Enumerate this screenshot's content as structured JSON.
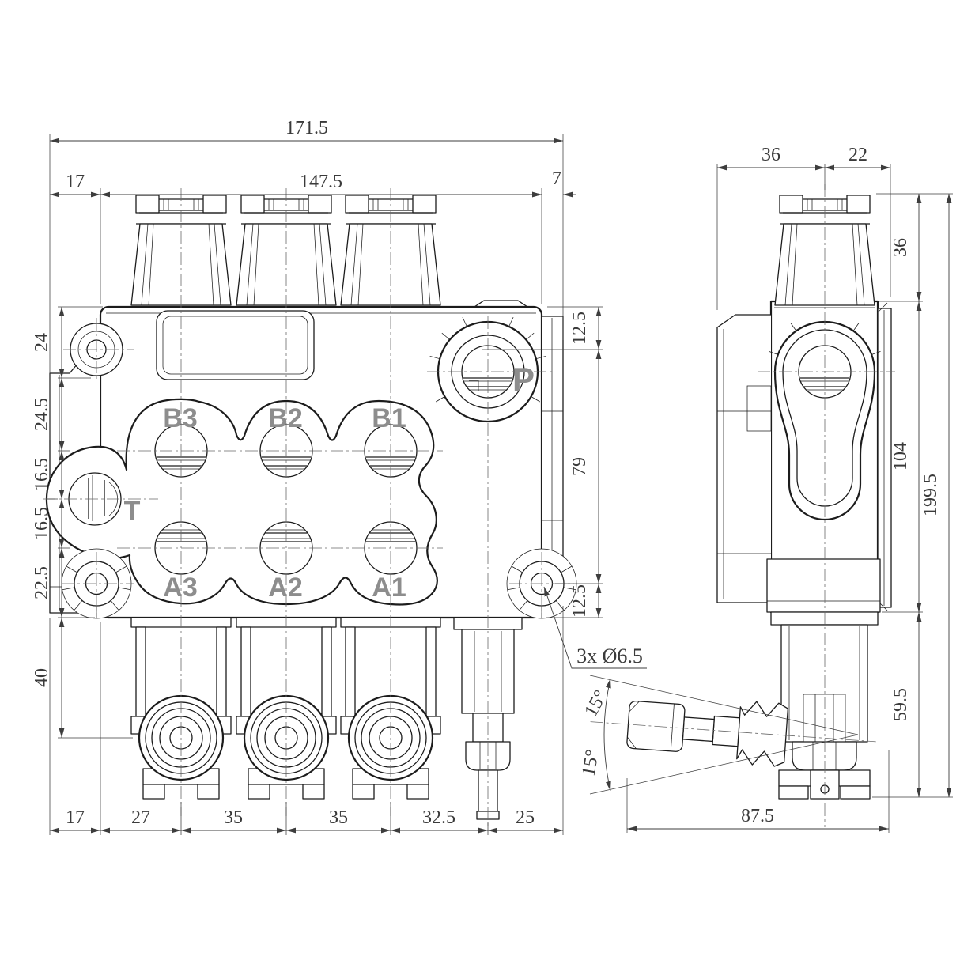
{
  "front_view": {
    "ports": {
      "b3": "B3",
      "b2": "B2",
      "b1": "B1",
      "a3": "A3",
      "a2": "A2",
      "a1": "A1",
      "t": "T",
      "p": "P"
    },
    "dim_overall_width": "171.5",
    "dim_body_width": "147.5",
    "dim_left_offset": "17",
    "dim_right_offset": "7",
    "left_chain": [
      "24",
      "24.5",
      "16.5",
      "16.5",
      "22.5",
      "40"
    ],
    "right_chain": [
      "12.5",
      "79",
      "12.5"
    ],
    "bottom_chain": [
      "17",
      "27",
      "35",
      "35",
      "32.5",
      "25"
    ],
    "mounting_hole_note": "3x Ø6.5"
  },
  "side_view": {
    "dim_width_left": "36",
    "dim_width_right": "22",
    "height_chain": [
      "36",
      "104",
      "59.5"
    ],
    "dim_overall_height": "199.5",
    "dim_bottom_width": "87.5",
    "angle_up": "15°",
    "angle_down": "15°"
  },
  "style": {
    "line_color": "#1c1c1c",
    "dim_color": "#3d3d3d",
    "port_label_color": "#8d8d8d",
    "background": "#ffffff"
  }
}
